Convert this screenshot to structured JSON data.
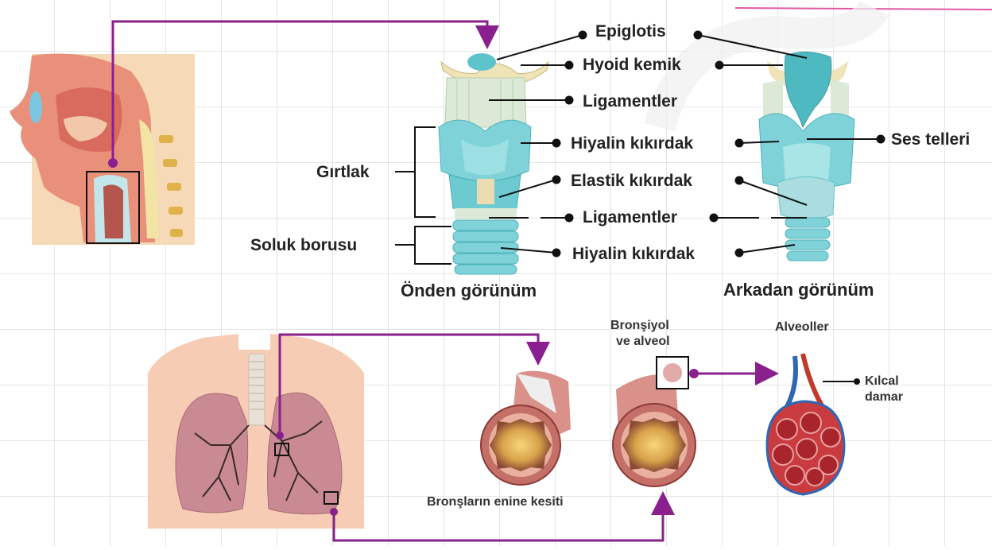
{
  "larynx_labels": {
    "epiglottis": "Epiglotis",
    "hyoid": "Hyoid kemik",
    "ligaments_top": "Ligamentler",
    "hyaline_1": "Hiyalin kıkırdak",
    "elastic": "Elastik kıkırdak",
    "ligaments_mid": "Ligamentler",
    "hyaline_2": "Hiyalin kıkırdak",
    "vocal_cords": "Ses telleri",
    "larynx_group": "Gırtlak",
    "trachea_group": "Soluk borusu"
  },
  "captions": {
    "front_view": "Önden görünüm",
    "back_view": "Arkadan görünüm",
    "bronchi_section": "Bronşların enine kesiti",
    "bronchiole_line1": "Bronşiyol",
    "bronchiole_line2": "ve alveol",
    "alveoli": "Alveoller",
    "capillary_line1": "Kılcal",
    "capillary_line2": "damar"
  },
  "colors": {
    "connector": "#8a1f8e",
    "cartilage": "#7fd3d8",
    "bone": "#efe3b8",
    "lung": "#c98a94",
    "tissue": "#f2b9a0",
    "grid": "#d6d6d6"
  }
}
